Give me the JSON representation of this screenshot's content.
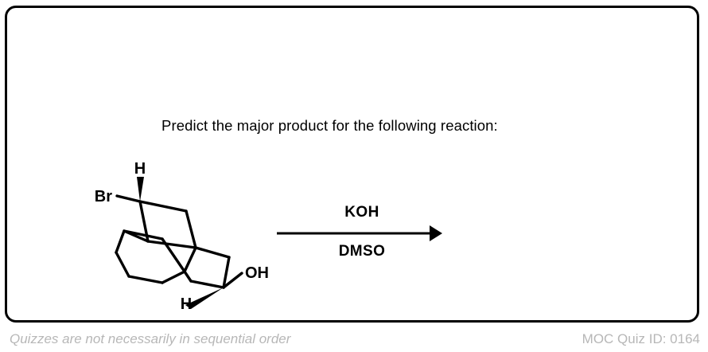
{
  "card": {
    "border_color": "#000000",
    "background": "#ffffff"
  },
  "prompt": {
    "text": "Predict the major product for the following reaction:"
  },
  "reaction": {
    "reagent_above": "KOH",
    "reagent_below": "DMSO",
    "arrow": "reaction-arrow-right",
    "starting_material": {
      "name": "bromo-hydroxy-bicyclic-alkane",
      "atom_labels": [
        {
          "text": "H",
          "position": "top"
        },
        {
          "text": "Br",
          "position": "upper-left"
        },
        {
          "text": "OH",
          "position": "lower-right"
        },
        {
          "text": "H",
          "position": "bottom"
        }
      ]
    },
    "product": {
      "text": ""
    }
  },
  "footer": {
    "note": "Quizzes are not necessarily in sequential order",
    "quiz_id": "MOC Quiz ID: 0164",
    "text_color": "#b7b7b7"
  }
}
